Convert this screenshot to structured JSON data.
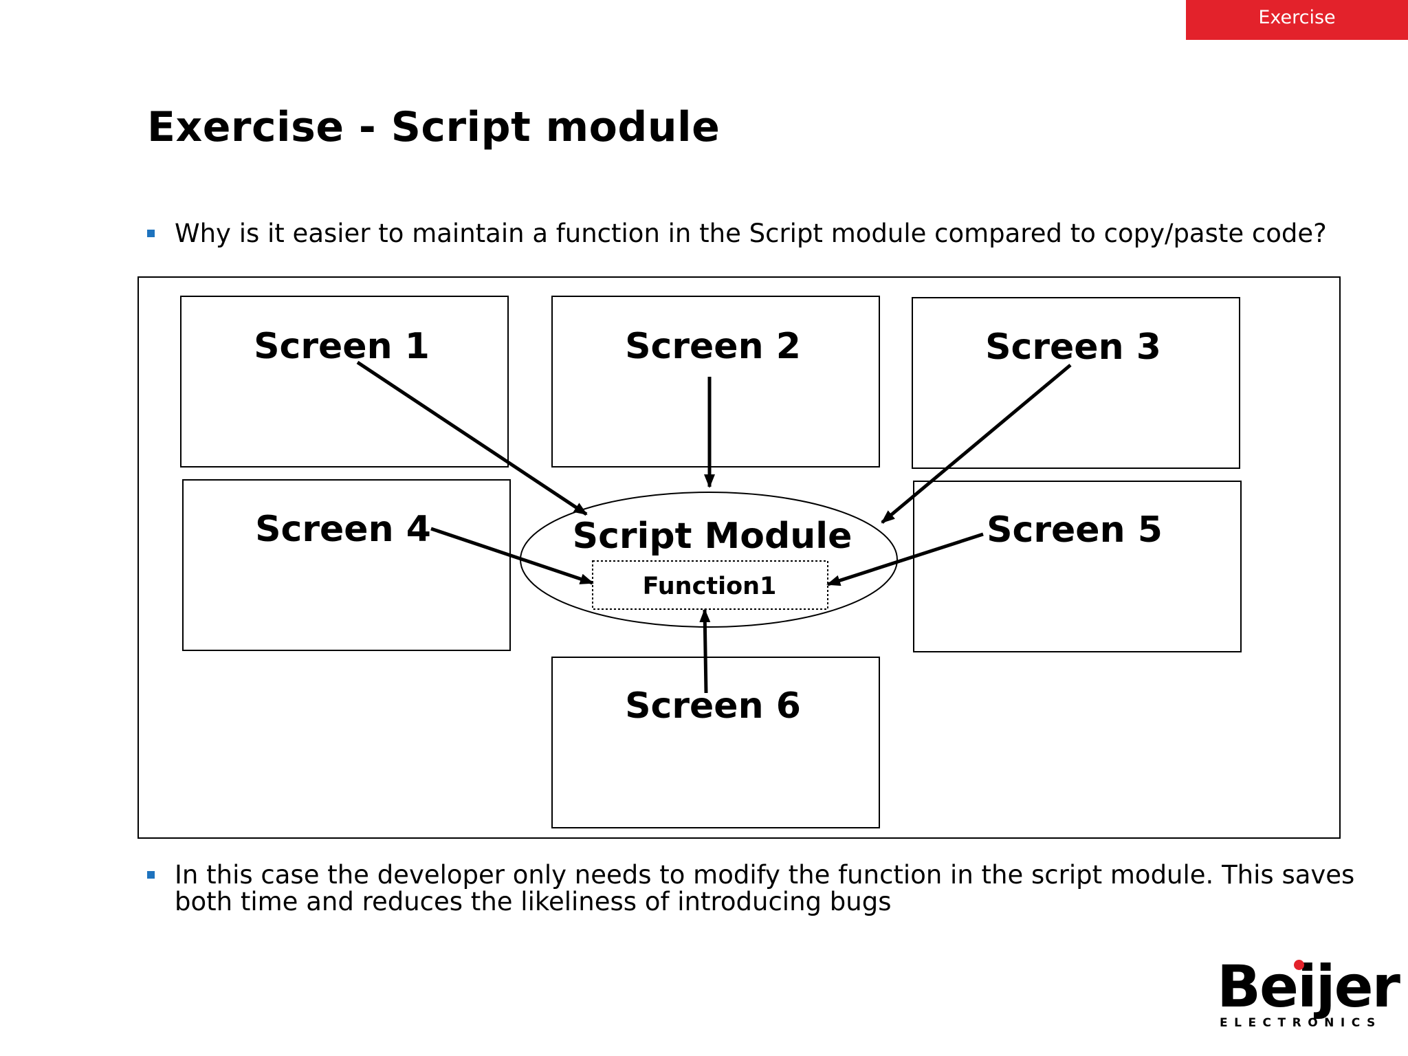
{
  "header": {
    "tag_label": "Exercise"
  },
  "page": {
    "title": "Exercise - Script module"
  },
  "bullets": [
    "Why is it easier to maintain a function in the Script module compared to copy/paste code?",
    "In this case the developer only needs to modify the function in the script module. This saves both time and reduces the likeliness of introducing bugs"
  ],
  "diagram": {
    "screens": [
      "Screen 1",
      "Screen 2",
      "Screen 3",
      "Screen 4",
      "Screen 5",
      "Screen 6"
    ],
    "module_label": "Script Module",
    "function_label": "Function1"
  },
  "logo": {
    "word": "Beijer",
    "sub": "ELECTRONICS"
  },
  "colors": {
    "accent_red": "#e3222b",
    "bullet_blue": "#1e73be"
  }
}
